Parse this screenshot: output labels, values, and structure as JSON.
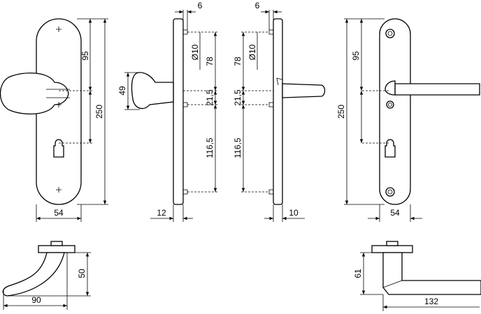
{
  "colors": {
    "line": "#000000",
    "background": "#ffffff"
  },
  "dimensions": {
    "plate_width_left": "54",
    "plate_width_right": "54",
    "upper_spacing_left": "95",
    "upper_spacing_right": "95",
    "plate_length_left": "250",
    "plate_length_right": "250",
    "knob_height": "49",
    "hole_dia_left": "Ø10",
    "hole_dia_right": "Ø10",
    "side_upper_left": "78",
    "side_upper_right": "78",
    "side_mid_left": "21,5",
    "side_mid_right": "21,5",
    "side_lower_left": "116,5",
    "side_lower_right": "116,5",
    "top_offset_left": "6",
    "top_offset_right": "6",
    "thickness_left": "12",
    "thickness_right": "10",
    "lever_a_height": "50",
    "lever_a_length": "90",
    "lever_b_height": "61",
    "lever_b_length": "132"
  }
}
